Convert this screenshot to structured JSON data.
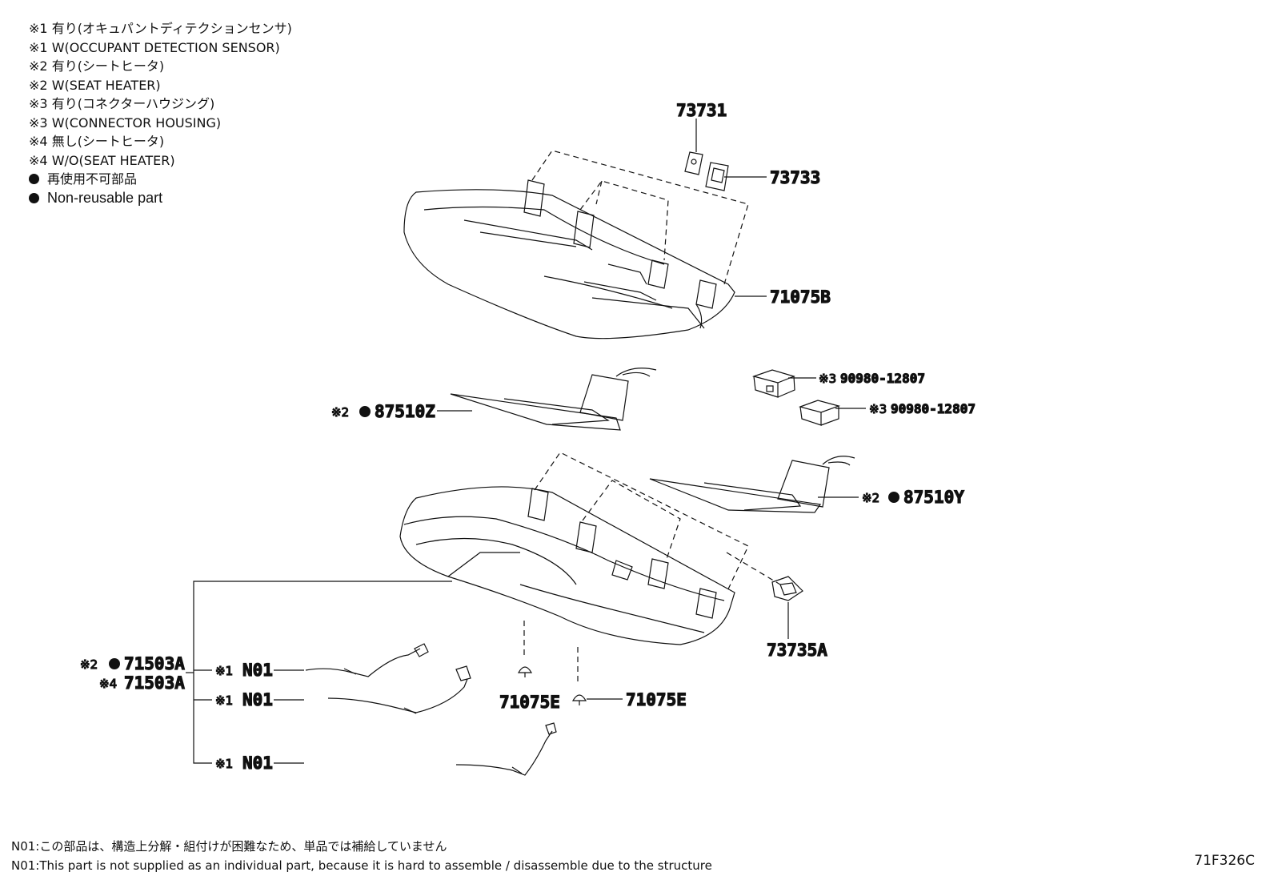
{
  "legend": [
    {
      "mark": "※1",
      "text": "有り(オキュパントディテクションセンサ)"
    },
    {
      "mark": "※1",
      "text": "W(OCCUPANT DETECTION SENSOR)"
    },
    {
      "mark": "※2",
      "text": "有り(シートヒータ)"
    },
    {
      "mark": "※2",
      "text": "W(SEAT HEATER)"
    },
    {
      "mark": "※3",
      "text": "有り(コネクターハウジング)"
    },
    {
      "mark": "※3",
      "text": "W(CONNECTOR HOUSING)"
    },
    {
      "mark": "※4",
      "text": "無し(シートヒータ)"
    },
    {
      "mark": "※4",
      "text": "W/O(SEAT HEATER)"
    }
  ],
  "nonreusable": {
    "ja": "再使用不可部品",
    "en": "Non-reusable part"
  },
  "parts": {
    "p73731": "73731",
    "p73733": "73733",
    "p71075B": "71075B",
    "p87510Z": "87510Z",
    "p90980a": "90980-12807",
    "p90980b": "90980-12807",
    "p87510Y": "87510Y",
    "p73735A": "73735A",
    "p71503A_1": "71503A",
    "p71503A_2": "71503A",
    "p71075E_1": "71075E",
    "p71075E_2": "71075E",
    "n01_1": "N01",
    "n01_2": "N01",
    "n01_3": "N01"
  },
  "marks": {
    "m1": "※1",
    "m2": "※2",
    "m3": "※3",
    "m4": "※4"
  },
  "footer": {
    "ja": "N01:この部品は、構造上分解・組付けが困難なため、単品では補給していません",
    "en": "N01:This part is not supplied as an individual part, because it is hard to assemble / disassemble due to the structure"
  },
  "diagram_code": "71F326C",
  "colors": {
    "ink": "#111111",
    "background": "#ffffff"
  }
}
